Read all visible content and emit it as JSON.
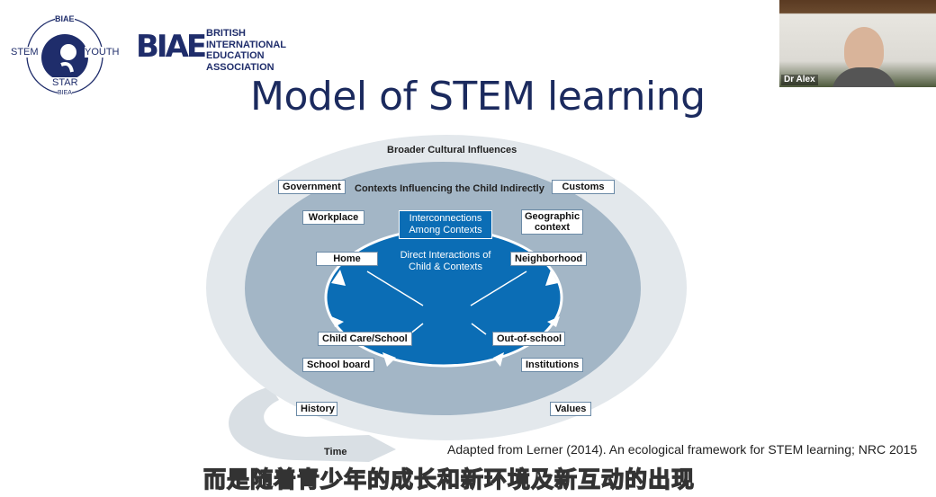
{
  "logos": {
    "stem_youth": {
      "left": "STEM",
      "right": "YOUTH",
      "bottom": "STAR",
      "sub": "BIEA",
      "top": "BIAE"
    },
    "biea": {
      "mark": "BIAE",
      "lines": [
        "BRITISH",
        "INTERNATIONAL",
        "EDUCATION",
        "ASSOCIATION"
      ]
    }
  },
  "slide": {
    "title": "Model of STEM learning",
    "outer_label": "Broader Cultural Influences",
    "middle_label": "Contexts Influencing the Child Indirectly",
    "interconnections": "Interconnections Among Contexts",
    "direct": "Direct Interactions of Child & Contexts",
    "boxes": {
      "government": "Government",
      "customs": "Customs",
      "workplace": "Workplace",
      "geographic": "Geographic context",
      "home": "Home",
      "neighborhood": "Neighborhood",
      "childcare": "Child Care/School",
      "outofschool": "Out-of-school",
      "schoolboard": "School board",
      "institutions": "Institutions",
      "history": "History",
      "values": "Values"
    },
    "time": "Time",
    "citation": "Adapted from Lerner (2014). An ecological framework for STEM learning; NRC 2015"
  },
  "video": {
    "name": "Dr Alex"
  },
  "subtitle": "而是随着青少年的成长和新环境及新互动的出现",
  "colors": {
    "navy": "#1b2a5e",
    "blue": "#0a6cb3",
    "mid": "#9fb3c4",
    "light": "#e1e6ea"
  }
}
